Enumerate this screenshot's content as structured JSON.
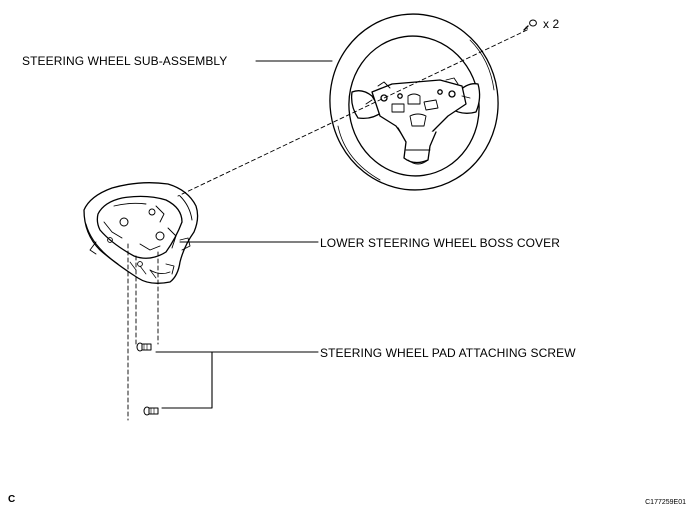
{
  "labels": {
    "steering_wheel_sub_assembly": "STEERING WHEEL SUB-ASSEMBLY",
    "lower_boss_cover": "LOWER STEERING WHEEL BOSS COVER",
    "pad_attaching_screw": "STEERING WHEEL PAD ATTACHING SCREW",
    "screw_quantity": "x 2"
  },
  "footer": {
    "corner_letter": "C",
    "figure_code": "C177259E01"
  }
}
